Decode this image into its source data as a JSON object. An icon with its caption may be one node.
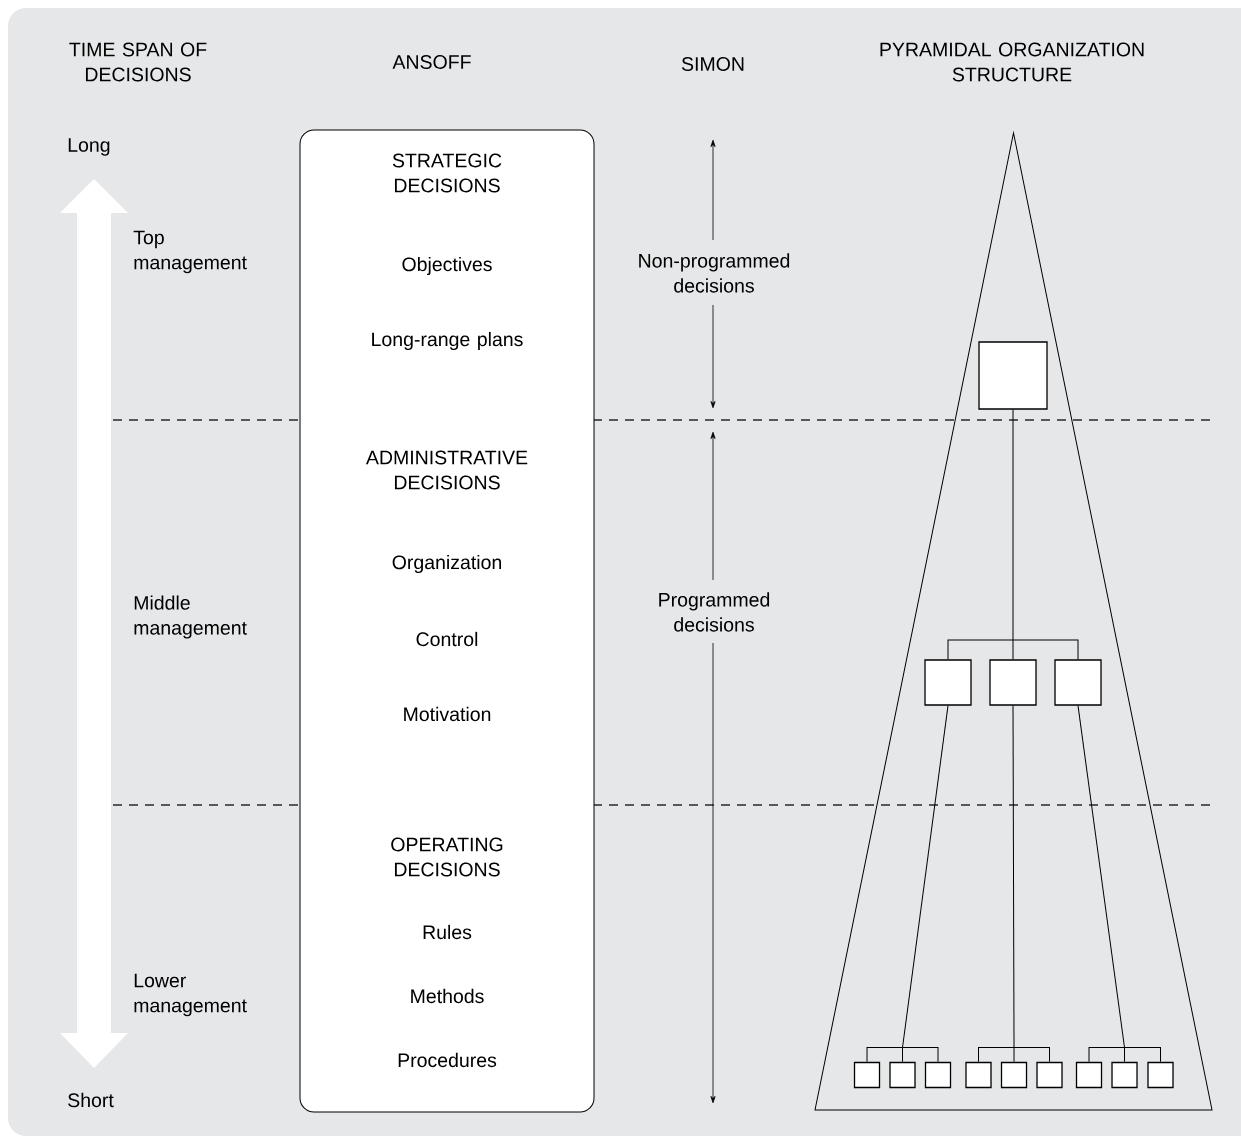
{
  "diagram": {
    "nodes": [
      {
        "text": [
          "STRATEGIC DECISIONS",
          "Objectives",
          "Long-range plans",
          "ADMINISTRATIVE DECISIONS",
          "Organization",
          "Control",
          "Motivation",
          "OPERATING DECISIONS",
          "Rules",
          "Methods",
          "Procedures"
        ]
      },
      {
        "text": [],
        "shape": "triangle"
      },
      {
        "text": [],
        "shape": "box",
        "in": 1
      },
      {
        "text": [],
        "shape": "box",
        "in": 1
      },
      {
        "text": [],
        "shape": "box",
        "in": 1
      },
      {
        "text": [],
        "shape": "box",
        "in": 1
      },
      {
        "text": [],
        "shape": "box",
        "in": 1
      },
      {
        "text": [],
        "shape": "box",
        "in": 1
      },
      {
        "text": [],
        "shape": "box",
        "in": 1
      },
      {
        "text": [],
        "shape": "box",
        "in": 1
      },
      {
        "text": [],
        "shape": "box",
        "in": 1
      },
      {
        "text": [],
        "shape": "box",
        "in": 1
      },
      {
        "text": [],
        "shape": "box",
        "in": 1
      },
      {
        "text": [],
        "shape": "box",
        "in": 1
      },
      {
        "text": [],
        "shape": "box",
        "in": 1
      }
    ],
    "edges": [
      {
        "from": 2,
        "to": 3,
        "arrow": "none"
      },
      {
        "from": 2,
        "to": 4,
        "arrow": "none"
      },
      {
        "from": 2,
        "to": 5,
        "arrow": "none"
      },
      {
        "from": 3,
        "to": 6,
        "arrow": "none"
      },
      {
        "from": 3,
        "to": 7,
        "arrow": "none"
      },
      {
        "from": 3,
        "to": 8,
        "arrow": "none"
      },
      {
        "from": 4,
        "to": 9,
        "arrow": "none"
      },
      {
        "from": 4,
        "to": 10,
        "arrow": "none"
      },
      {
        "from": 4,
        "to": 11,
        "arrow": "none"
      },
      {
        "from": 5,
        "to": 12,
        "arrow": "none"
      },
      {
        "from": 5,
        "to": 13,
        "arrow": "none"
      },
      {
        "from": 5,
        "to": 14,
        "arrow": "none"
      }
    ],
    "labels": [
      "TIME SPAN OF DECISIONS",
      "ANSOFF",
      "SIMON",
      "PYRAMIDAL ORGANIZATION STRUCTURE",
      "Long",
      "Top management",
      "Non-programmed decisions",
      "Middle management",
      "Programmed decisions",
      "Lower management",
      "Short"
    ]
  }
}
